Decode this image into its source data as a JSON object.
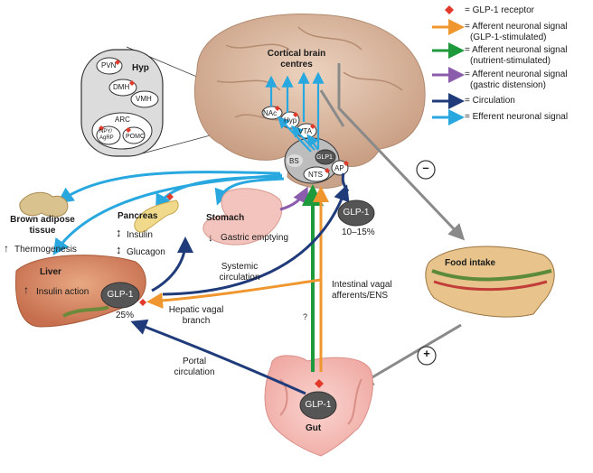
{
  "legend": [
    {
      "symbol": "diamond",
      "color": "#e23a2a",
      "text": "= GLP-1 receptor"
    },
    {
      "symbol": "arrow",
      "color": "#f0962e",
      "text": "= Afferent neuronal signal",
      "sub": "(GLP-1-stimulated)"
    },
    {
      "symbol": "arrow",
      "color": "#1e9a3c",
      "text": "= Afferent neuronal signal",
      "sub": "(nutrient-stimulated)"
    },
    {
      "symbol": "arrow",
      "color": "#8a5cab",
      "text": "= Afferent neuronal signal",
      "sub": "(gastric distension)"
    },
    {
      "symbol": "arrow",
      "color": "#1f3b7a",
      "text": "= Circulation"
    },
    {
      "symbol": "arrow",
      "color": "#29a8e0",
      "text": "= Efferent neuronal signal"
    }
  ],
  "hyp_inset": {
    "title": "Hyp",
    "nuclei": [
      "PVN",
      "DMH",
      "VMH",
      "ARC"
    ],
    "npy": [
      "NPY/",
      "AgRP"
    ],
    "pomc": "POMC"
  },
  "brain": {
    "cortical": [
      "Cortical brain",
      "centres"
    ],
    "nac": "NAc",
    "hyp": "Hyp",
    "vta": "VTA",
    "bs": "BS",
    "glp1": "GLP1",
    "nts": "NTS",
    "ap": "AP"
  },
  "organs": {
    "brown_adipose": [
      "Brown adipose",
      "tissue"
    ],
    "thermogenesis": "Thermogenesis",
    "pancreas": "Pancreas",
    "insulin": "Insulin",
    "glucagon": "Glucagon",
    "stomach": "Stomach",
    "gastric_emptying": "Gastric emptying",
    "liver": "Liver",
    "insulin_action": "Insulin action",
    "food_intake": "Food intake",
    "gut": "Gut"
  },
  "arrows": {
    "up": "↑",
    "down": "↓",
    "updown": "↕"
  },
  "glp1_label": "GLP-1",
  "percent_brain": "10–15%",
  "percent_liver": "25%",
  "systemic": [
    "Systemic",
    "circulation"
  ],
  "intestinal": [
    "Intestinal vagal",
    "afferents/ENS"
  ],
  "hepatic": [
    "Hepatic vagal",
    "branch"
  ],
  "portal": [
    "Portal",
    "circulation"
  ],
  "question": "?",
  "minus": "–",
  "plus": "+",
  "colors": {
    "orange": "#f0962e",
    "green": "#1e9a3c",
    "purple": "#8a5cab",
    "navy": "#1f3b7a",
    "cyan": "#29a8e0",
    "red": "#e23a2a",
    "gray": "#8a8a8a",
    "brain": "#d9b8a0",
    "oval": "#555555"
  }
}
